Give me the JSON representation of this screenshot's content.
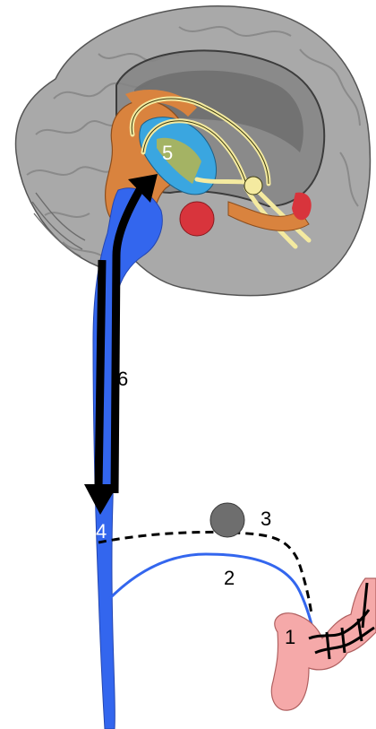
{
  "labels": {
    "l1": "1",
    "l2": "2",
    "l3": "3",
    "l4": "4",
    "l5": "5",
    "l6": "6"
  },
  "colors": {
    "brain_gray": "#a9a9a9",
    "brain_dark": "#7c7c7c",
    "nerve_blue": "#3366ee",
    "limbic_orange": "#d9833e",
    "limbic_yellow": "#f4eaa0",
    "amygdala_red": "#d8343c",
    "ventricle_blue": "#3aa6e0",
    "node_gray": "#6e6e6e",
    "gut_pink": "#f5a9a9",
    "arrow_black": "#000000"
  }
}
